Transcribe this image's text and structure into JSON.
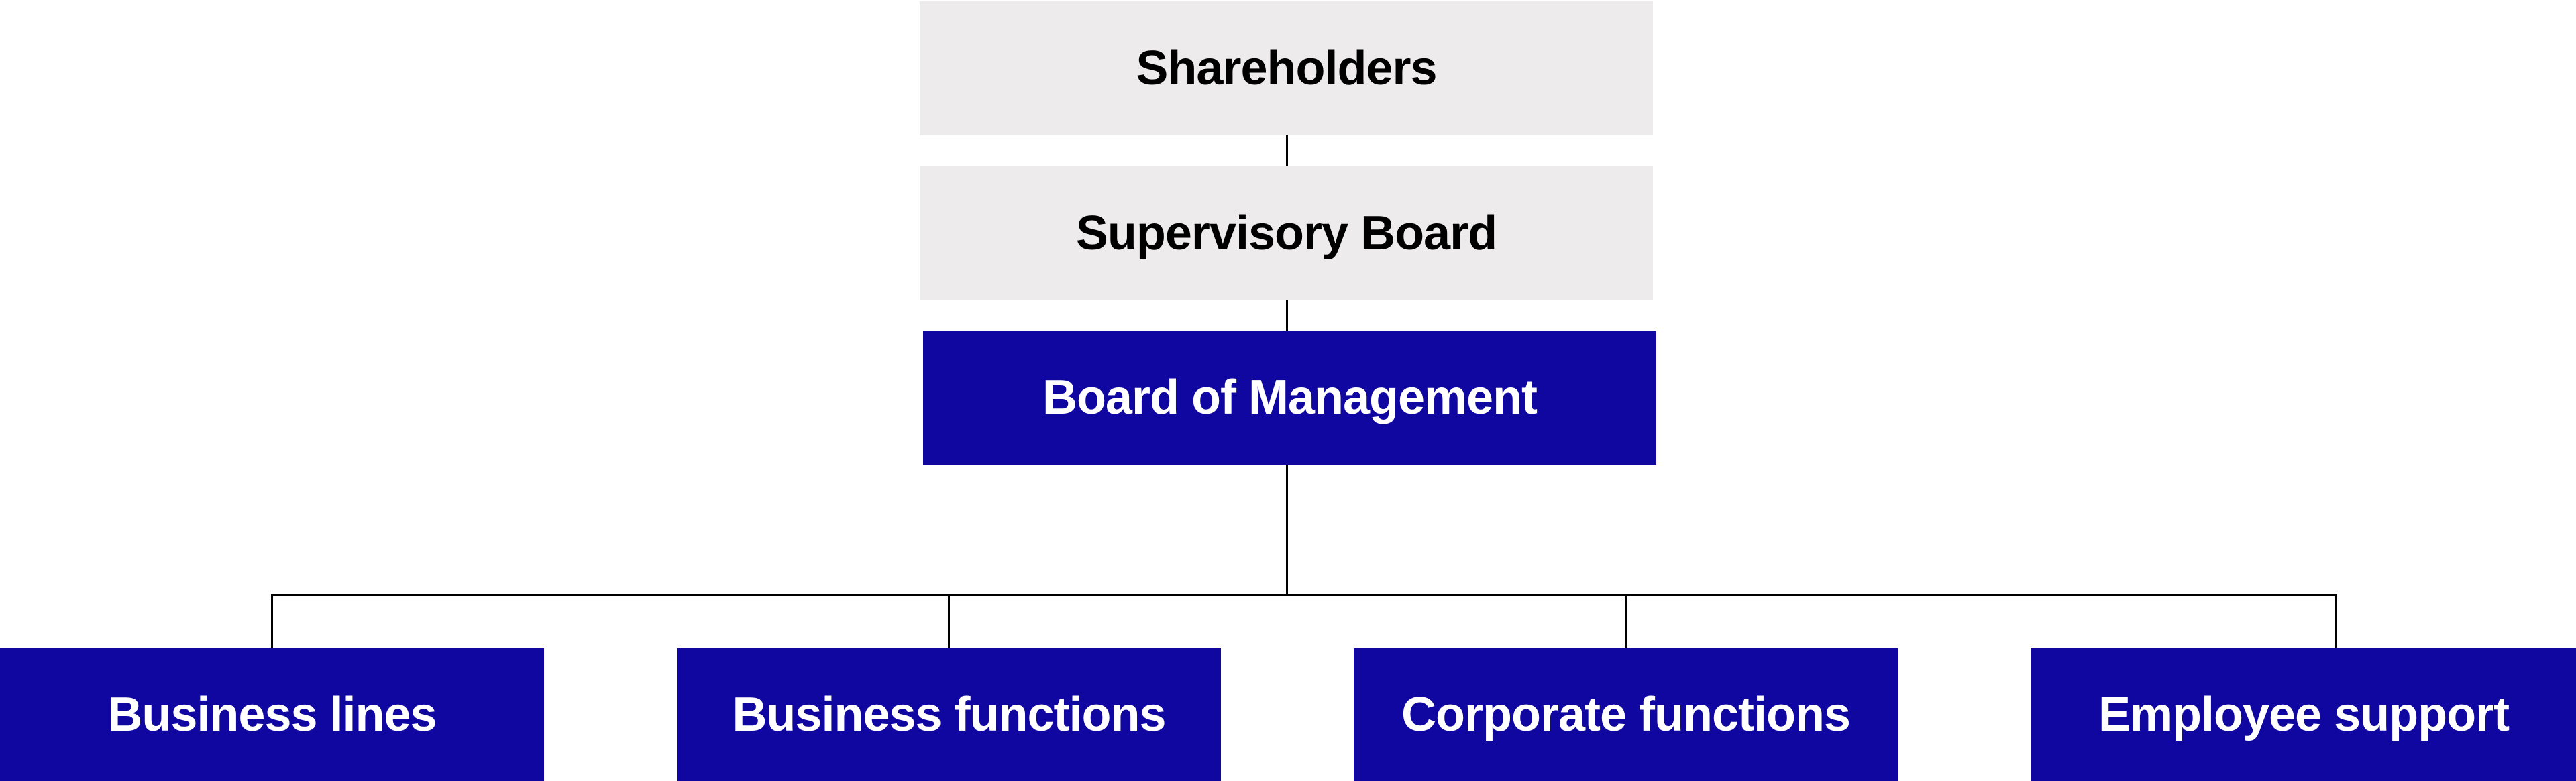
{
  "colors": {
    "light_box": "#edebec",
    "dark_box": "#1006a0",
    "connector": "#000000"
  },
  "org_chart": {
    "shareholders": "Shareholders",
    "supervisory_board": "Supervisory Board",
    "board_of_management": "Board of Management",
    "units": [
      "Business lines",
      "Business functions",
      "Corporate functions",
      "Employee support"
    ]
  }
}
